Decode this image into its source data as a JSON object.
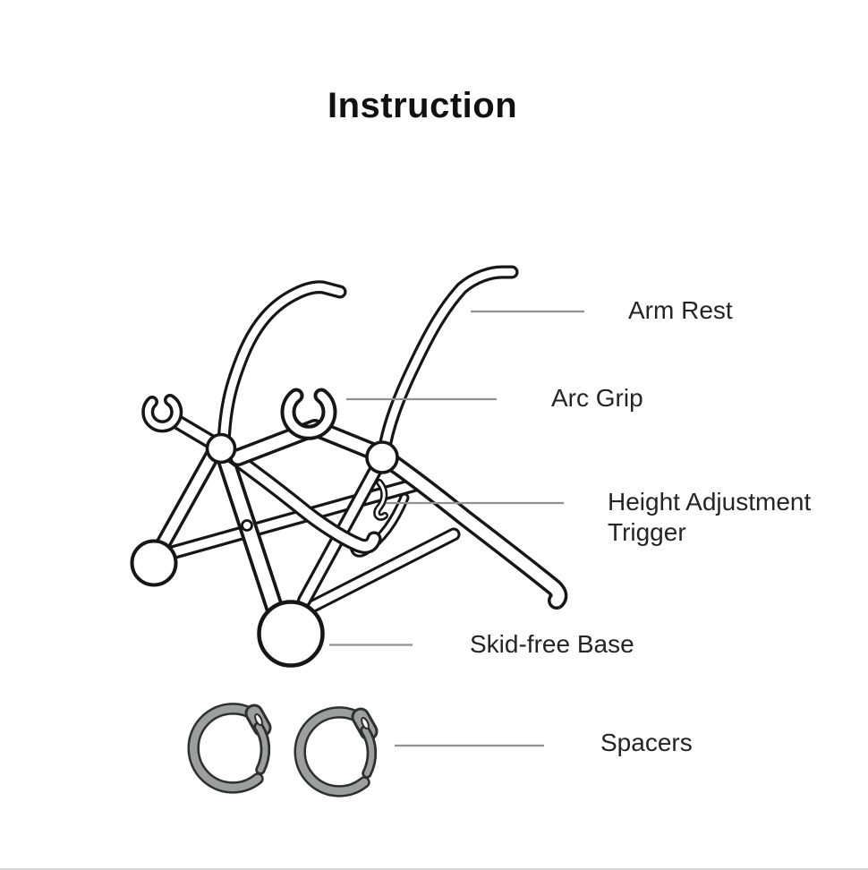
{
  "page": {
    "title": "Instruction"
  },
  "labels": {
    "arm_rest": "Arm Rest",
    "arc_grip": "Arc Grip",
    "height_adjustment_trigger": "Height Adjustment Trigger",
    "skid_free_base": "Skid-free Base",
    "spacers": "Spacers"
  },
  "colors": {
    "background": "#ffffff",
    "line": "#161616",
    "leader_line": "#919191",
    "label_text": "#242424",
    "title_text": "#111111",
    "spacer_fill": "#9b9f9e",
    "spacer_outline": "#2d2f30",
    "bottom_edge": "#d9d9d9"
  }
}
